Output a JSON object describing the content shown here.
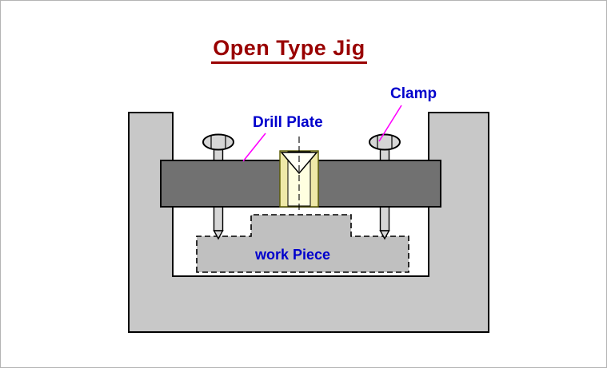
{
  "diagram": {
    "title": "Open Type Jig",
    "labels": {
      "clamp": "Clamp",
      "drill_plate": "Drill Plate",
      "work_piece": "work Piece"
    },
    "colors": {
      "title_text": "#990000",
      "label_text": "#0000CC",
      "leader_line": "#FF00FF",
      "outline": "#000000",
      "jig_body_fill": "#C8C8C8",
      "drill_plate_fill": "#717171",
      "bushing_outer_fill": "#EFE9A8",
      "bushing_inner_fill": "#FFFFE0",
      "bushing_cone_fill": "#FFFFF4",
      "work_piece_fill": "#C0C0C0",
      "screw_fill": "#D6D6D6"
    }
  }
}
